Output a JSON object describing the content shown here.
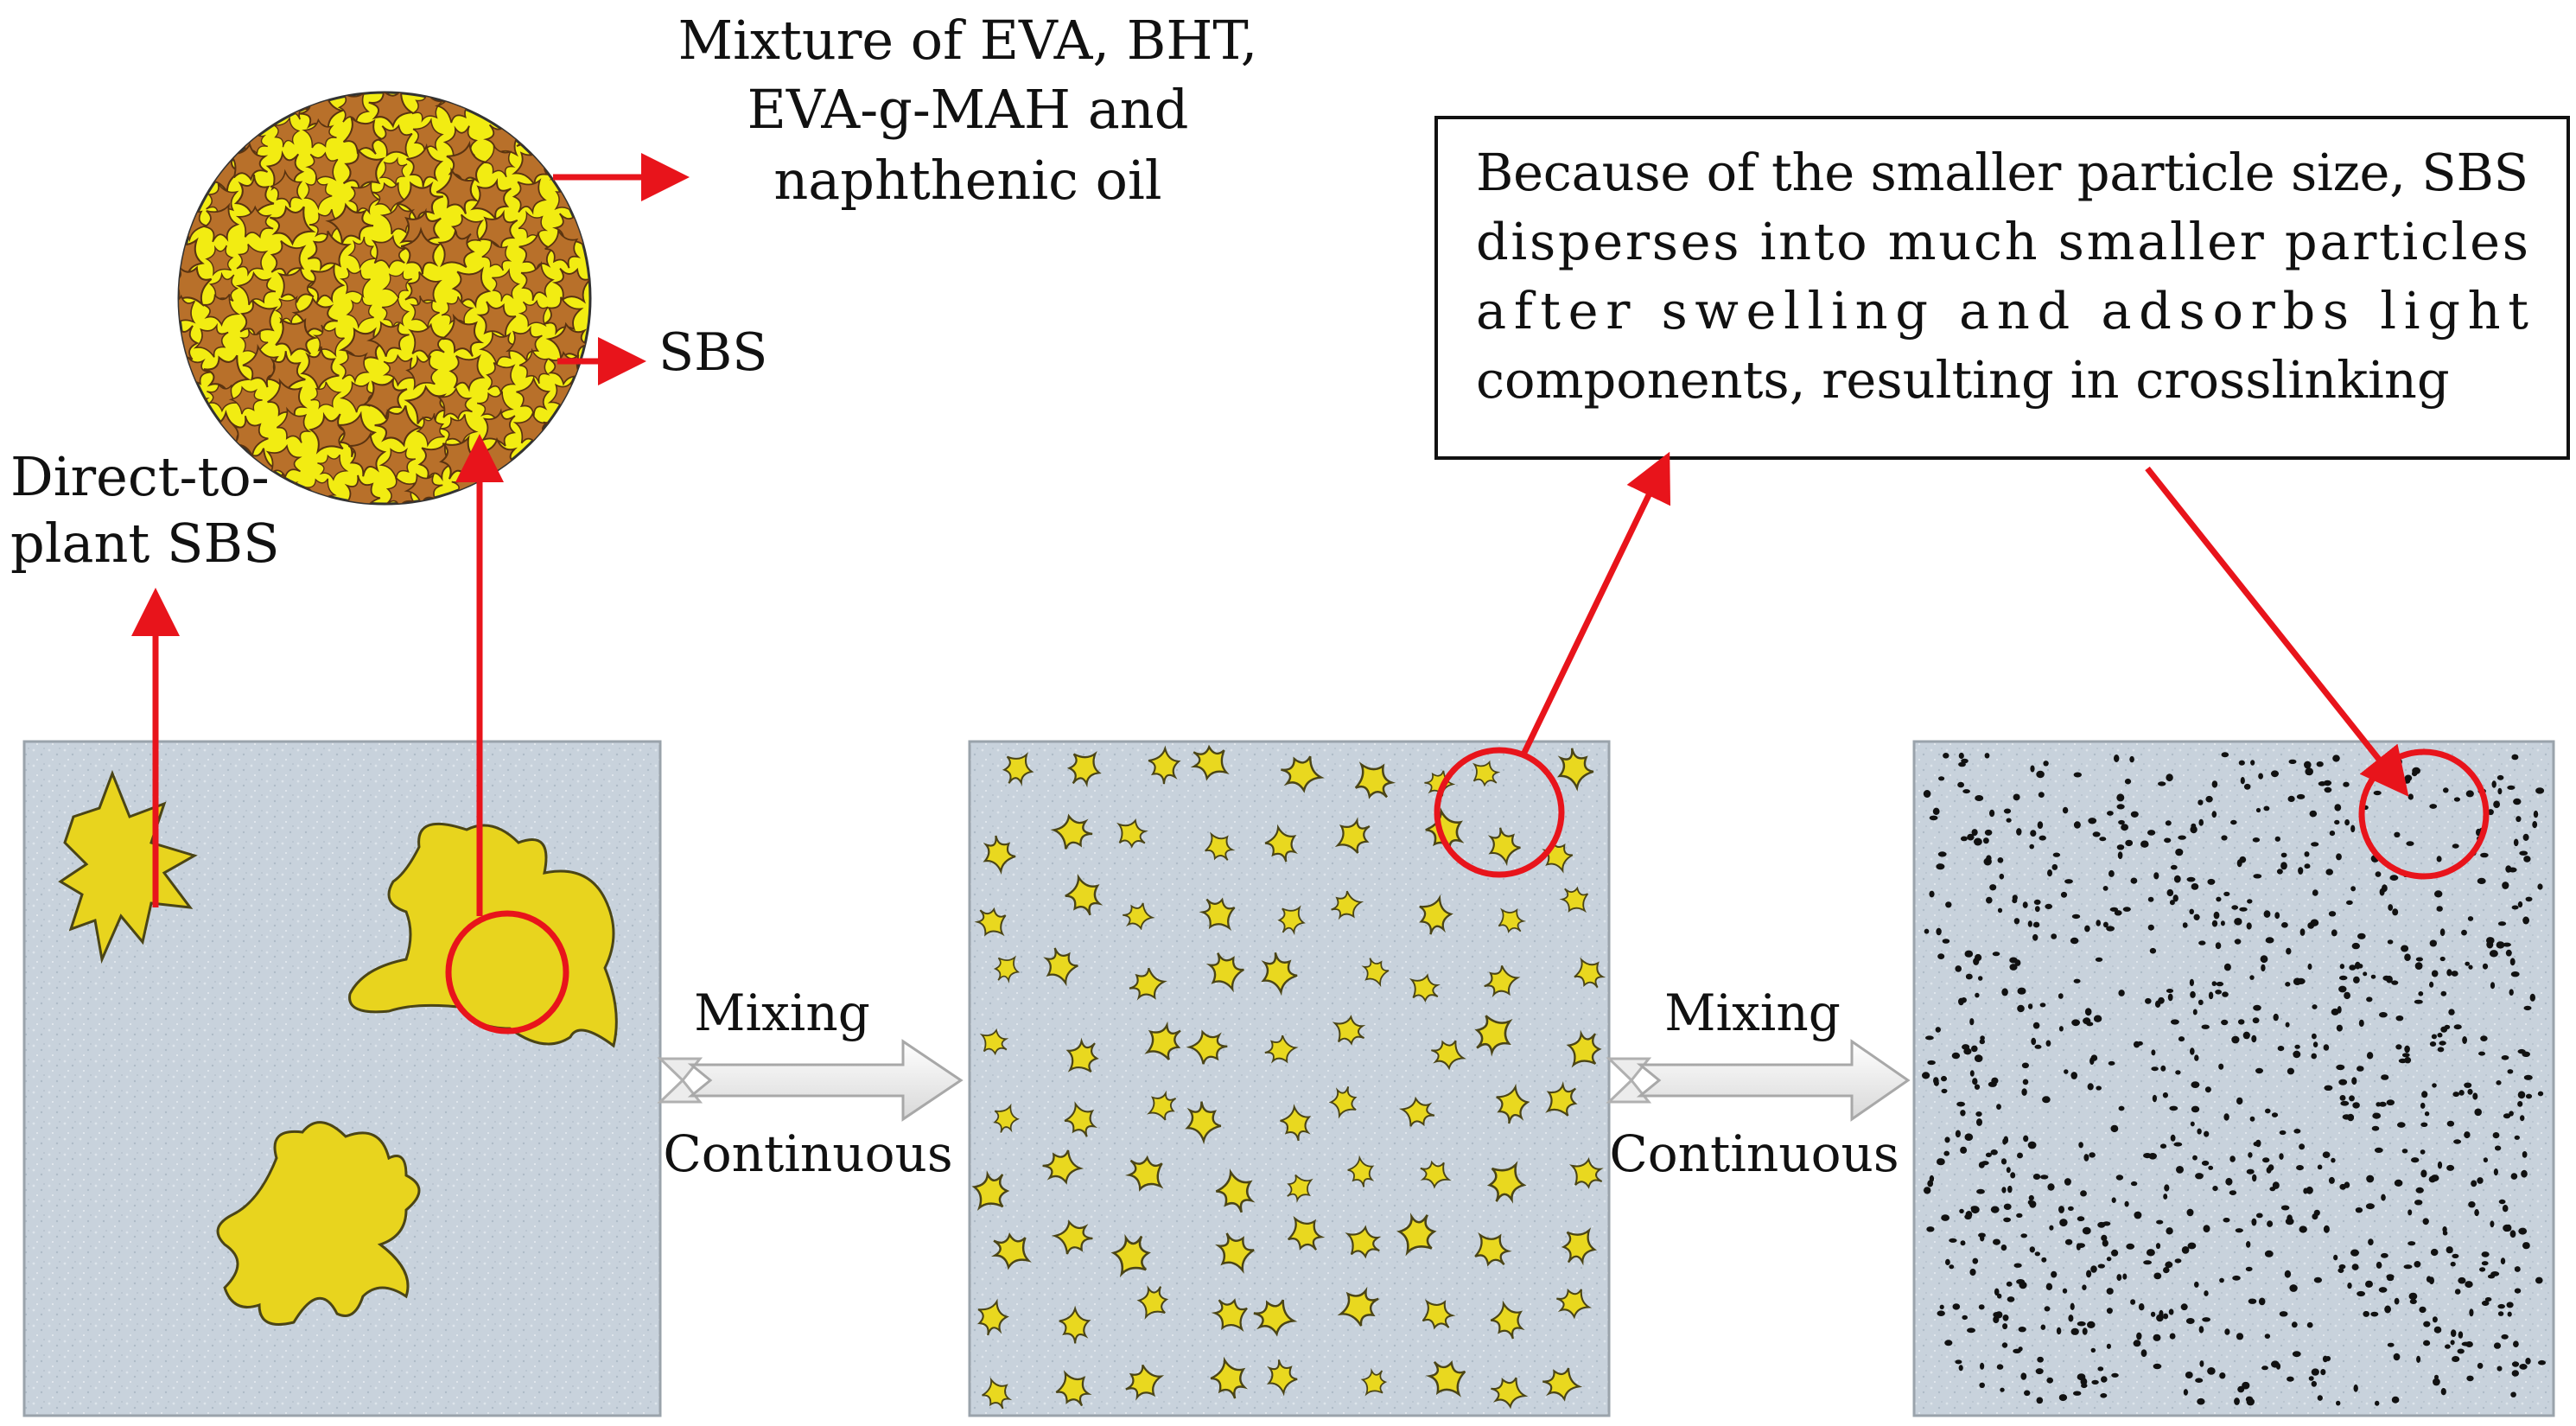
{
  "labels": {
    "mixture_line1": "Mixture of EVA, BHT,",
    "mixture_line2": "EVA-g-MAH and",
    "mixture_line3": "naphthenic oil",
    "sbs": "SBS",
    "direct_line1": "Direct-to-",
    "direct_line2": "plant SBS",
    "mixing_1": "Mixing",
    "continuous_1": "Continuous",
    "mixing_2": "Mixing",
    "continuous_2": "Continuous"
  },
  "callout": {
    "line1": "Because of the smaller particle size, SBS",
    "line2": "disperses into much smaller particles",
    "line3": "after swelling and adsorbs light",
    "line4": "components, resulting in crosslinking"
  },
  "colors": {
    "arrow": "#e8141b",
    "sbs_particle": "#e9d81f",
    "matrix": "#c9d3dc",
    "swollen": "#b8702a",
    "dot": "#111111"
  }
}
